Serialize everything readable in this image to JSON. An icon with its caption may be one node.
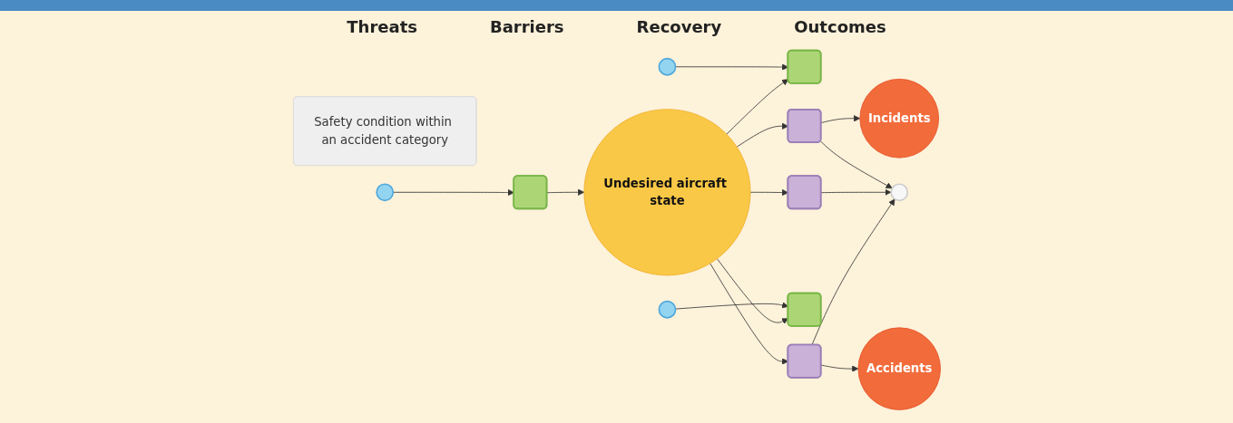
{
  "diagram": {
    "nodes": [
      {
        "text": [],
        "shape": "circle"
      },
      {
        "text": [],
        "shape": "box"
      },
      {
        "text": [
          "Safety condition within an accident category"
        ]
      },
      {
        "text": [],
        "shape": "box"
      },
      {
        "text": [
          "Incidents"
        ]
      },
      {
        "text": [],
        "shape": "circle"
      },
      {
        "text": [],
        "shape": "box"
      },
      {
        "text": [
          "Undesired aircraft state"
        ]
      },
      {
        "text": [],
        "shape": "box"
      },
      {
        "text": [],
        "shape": "circle"
      },
      {
        "text": [],
        "shape": "circle"
      },
      {
        "text": [],
        "shape": "box"
      },
      {
        "text": [],
        "shape": "box"
      },
      {
        "text": [
          "Accidents"
        ]
      }
    ],
    "edges": [
      {
        "from": 0,
        "to": 1,
        "arrow": "to"
      },
      {
        "from": 5,
        "to": 6,
        "arrow": "to"
      },
      {
        "from": 10,
        "to": 11,
        "arrow": "to"
      },
      {
        "from": 6,
        "to": 7,
        "arrow": "to"
      },
      {
        "from": 7,
        "to": 1,
        "arrow": "to"
      },
      {
        "from": 7,
        "to": 11,
        "arrow": "to"
      },
      {
        "from": 7,
        "to": 3,
        "arrow": "to"
      },
      {
        "from": 7,
        "to": 8,
        "arrow": "to"
      },
      {
        "from": 7,
        "to": 12,
        "arrow": "to"
      },
      {
        "from": 3,
        "to": 4,
        "arrow": "to"
      },
      {
        "from": 3,
        "to": 9,
        "arrow": "to"
      },
      {
        "from": 8,
        "to": 9,
        "arrow": "to"
      },
      {
        "from": 12,
        "to": 9,
        "arrow": "to"
      },
      {
        "from": 12,
        "to": 13,
        "arrow": "to"
      }
    ],
    "labels": [
      "Threats",
      "Barriers",
      "Recovery",
      "Outcomes"
    ]
  }
}
